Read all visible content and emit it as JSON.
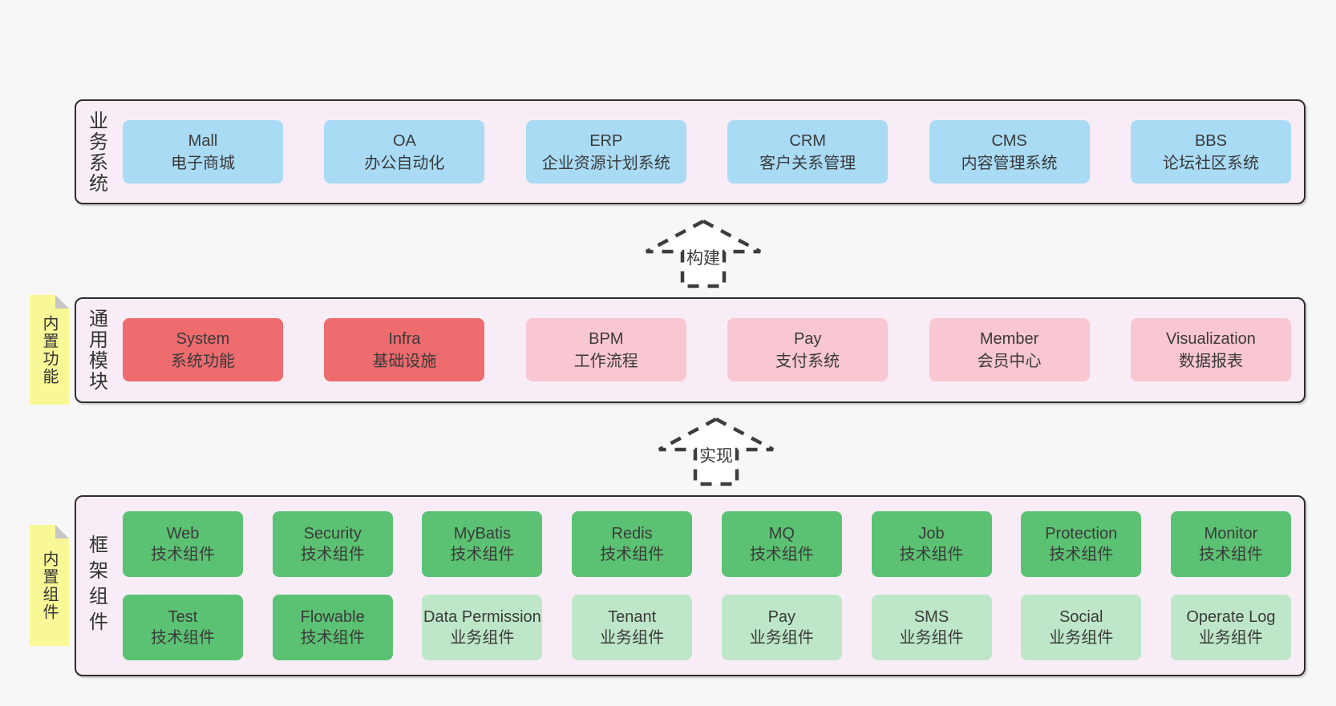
{
  "colors": {
    "canvas_bg": "#f7f7f7",
    "panel_bg": "#f8edf6",
    "panel_border": "#2d2d2d",
    "box_blue": "#a9dbf5",
    "box_red": "#ee6b6e",
    "box_pink": "#f9c7d1",
    "box_green": "#5cc273",
    "box_green_light": "#bee7c9",
    "note_yellow": "#f9f897",
    "note_fold_gray": "#c6c6c6",
    "text": "#3a3a3a"
  },
  "sections": {
    "business": {
      "label": "业务系统",
      "boxes": [
        {
          "en": "Mall",
          "zh": "电子商城"
        },
        {
          "en": "OA",
          "zh": "办公自动化"
        },
        {
          "en": "ERP",
          "zh": "企业资源计划系统"
        },
        {
          "en": "CRM",
          "zh": "客户关系管理"
        },
        {
          "en": "CMS",
          "zh": "内容管理系统"
        },
        {
          "en": "BBS",
          "zh": "论坛社区系统"
        }
      ]
    },
    "modules": {
      "label": "通用模块",
      "note": "内置功能",
      "boxes": [
        {
          "en": "System",
          "zh": "系统功能"
        },
        {
          "en": "Infra",
          "zh": "基础设施"
        },
        {
          "en": "BPM",
          "zh": "工作流程"
        },
        {
          "en": "Pay",
          "zh": "支付系统"
        },
        {
          "en": "Member",
          "zh": "会员中心"
        },
        {
          "en": "Visualization",
          "zh": "数据报表"
        }
      ]
    },
    "components": {
      "label": "框架组件",
      "note": "内置组件",
      "row1": [
        {
          "en": "Web",
          "zh": "技术组件"
        },
        {
          "en": "Security",
          "zh": "技术组件"
        },
        {
          "en": "MyBatis",
          "zh": "技术组件"
        },
        {
          "en": "Redis",
          "zh": "技术组件"
        },
        {
          "en": "MQ",
          "zh": "技术组件"
        },
        {
          "en": "Job",
          "zh": "技术组件"
        },
        {
          "en": "Protection",
          "zh": "技术组件"
        },
        {
          "en": "Monitor",
          "zh": "技术组件"
        }
      ],
      "row2": [
        {
          "en": "Test",
          "zh": "技术组件"
        },
        {
          "en": "Flowable",
          "zh": "技术组件"
        },
        {
          "en": "Data Permission",
          "zh": "业务组件"
        },
        {
          "en": "Tenant",
          "zh": "业务组件"
        },
        {
          "en": "Pay",
          "zh": "业务组件"
        },
        {
          "en": "SMS",
          "zh": "业务组件"
        },
        {
          "en": "Social",
          "zh": "业务组件"
        },
        {
          "en": "Operate Log",
          "zh": "业务组件"
        }
      ]
    }
  },
  "arrows": {
    "build": "构建",
    "implement": "实现"
  }
}
